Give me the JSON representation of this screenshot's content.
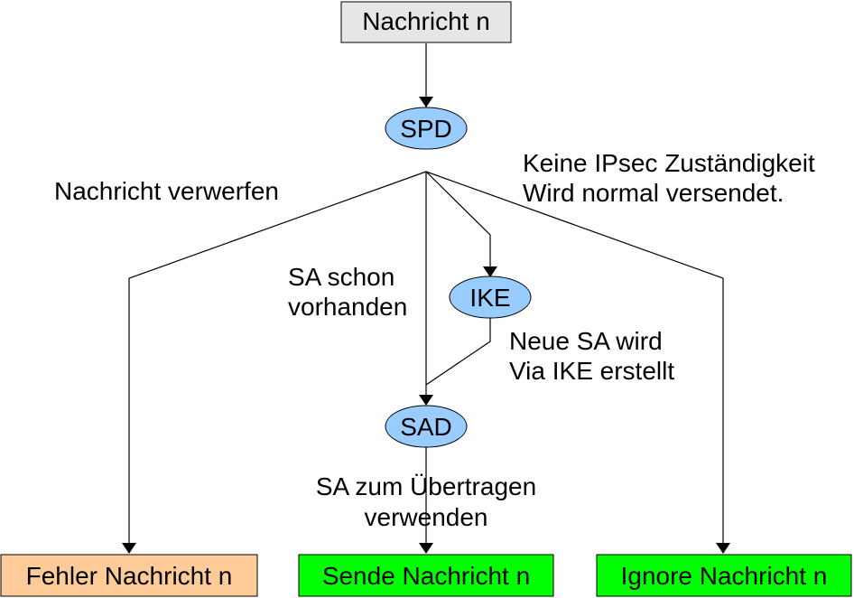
{
  "nodes": {
    "message": {
      "label": "Nachricht n",
      "fill": "#e6e6e6"
    },
    "spd": {
      "label": "SPD",
      "fill": "#99ccff"
    },
    "ike": {
      "label": "IKE",
      "fill": "#99ccff"
    },
    "sad": {
      "label": "SAD",
      "fill": "#99ccff"
    },
    "error": {
      "label": "Fehler Nachricht n",
      "fill": "#ffcc99"
    },
    "send": {
      "label": "Sende Nachricht n",
      "fill": "#00ff00"
    },
    "ignore": {
      "label": "Ignore Nachricht n",
      "fill": "#00ff00"
    }
  },
  "edge_labels": {
    "discard": "Nachricht verwerfen",
    "no_ipsec_line1": "Keine IPsec Zuständigkeit",
    "no_ipsec_line2": "Wird normal versendet.",
    "sa_exists_line1": "SA schon",
    "sa_exists_line2": "vorhanden",
    "new_sa_line1": "Neue SA wird",
    "new_sa_line2": "Via IKE erstellt",
    "use_sa_line1": "SA zum Übertragen",
    "use_sa_line2": "verwenden"
  }
}
